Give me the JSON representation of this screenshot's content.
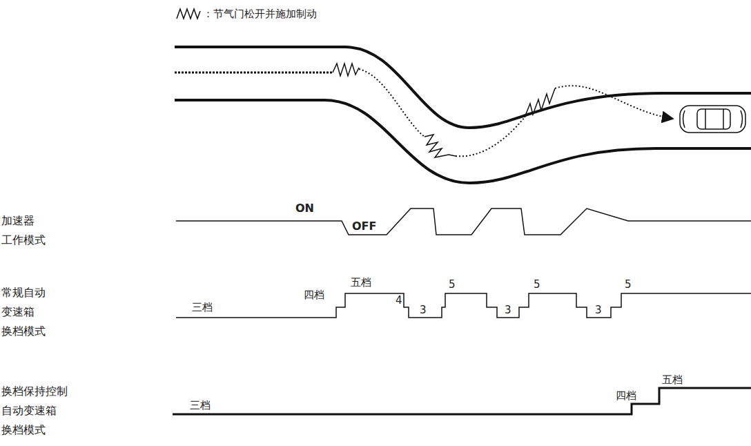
{
  "diagram": {
    "labels": [
      "加速器 工作模式",
      "ON",
      "OFF",
      "常规自动 变速箱 换档模式",
      "三档",
      "四档",
      "五档",
      "4",
      "3",
      "5",
      "3",
      "5",
      "3",
      "5",
      "换档保持控制 自动变速箱 换档模式",
      "三档",
      "四档",
      "五档"
    ],
    "legend": [
      {
        "text": "：节气门松开并施加制动"
      }
    ]
  }
}
